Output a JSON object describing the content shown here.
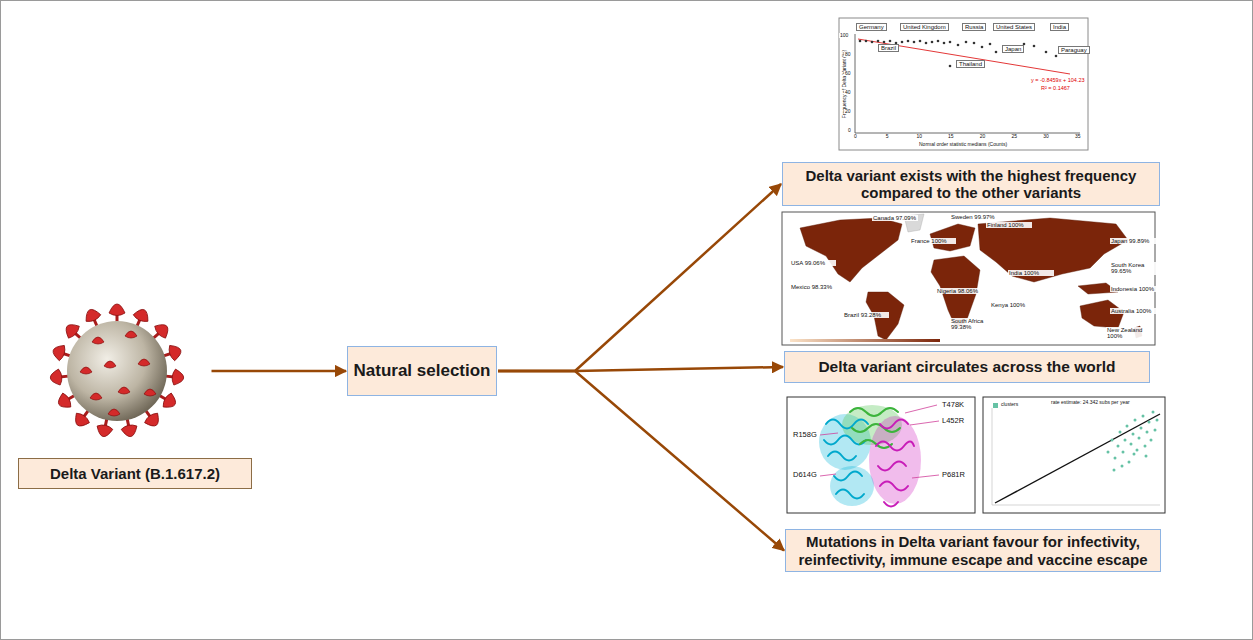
{
  "diagram": {
    "nodes": [
      {
        "text": [
          "Delta Variant (B.1.617.2)"
        ]
      },
      {
        "text": [
          "Natural selection"
        ]
      },
      {
        "text": [
          "Delta variant exists with the highest frequency compared to the other variants"
        ]
      },
      {
        "text": [
          "Delta variant circulates across the world"
        ]
      },
      {
        "text": [
          "Mutations in Delta variant favour for infectivity, reinfectivity, immune escape and vaccine escape"
        ]
      }
    ],
    "edges": [
      {
        "from": 0,
        "to": 1,
        "arrow": "to"
      },
      {
        "from": 1,
        "to": 2,
        "arrow": "to"
      },
      {
        "from": 1,
        "to": 3,
        "arrow": "to"
      },
      {
        "from": 1,
        "to": 4,
        "arrow": "to"
      }
    ],
    "labels": [
      "Germany",
      "United Kingdom",
      "Russia",
      "United States",
      "India",
      "Brazil",
      "Japan",
      "Paraguay",
      "Thailand",
      "y = -0.8459x + 104.23",
      "R² = 0.1467",
      "Frequency of Delta Variant (%)",
      "Normal order statistic medians (Counts)",
      "0",
      "20",
      "40",
      "60",
      "80",
      "100",
      "0",
      "5",
      "10",
      "15",
      "20",
      "25",
      "30",
      "35",
      "Canada 97.09%",
      "Sweden 99.97%",
      "Finland 100%",
      "France 100%",
      "Japan 99.89%",
      "USA 99.06%",
      "South Korea 99.65%",
      "Mexico 98.33%",
      "India 100%",
      "Nigeria 98.06%",
      "Indonesia 100%",
      "Kenya 100%",
      "Brazil 93.28%",
      "South Africa 99.38%",
      "Australia 100%",
      "New Zealand 100%",
      "R158G",
      "T478K",
      "L452R",
      "D614G",
      "P681R",
      "rate estimate: 24.342 subs per year"
    ],
    "legend": [
      {
        "text": "clusters",
        "color": "#66c2a5"
      }
    ]
  }
}
